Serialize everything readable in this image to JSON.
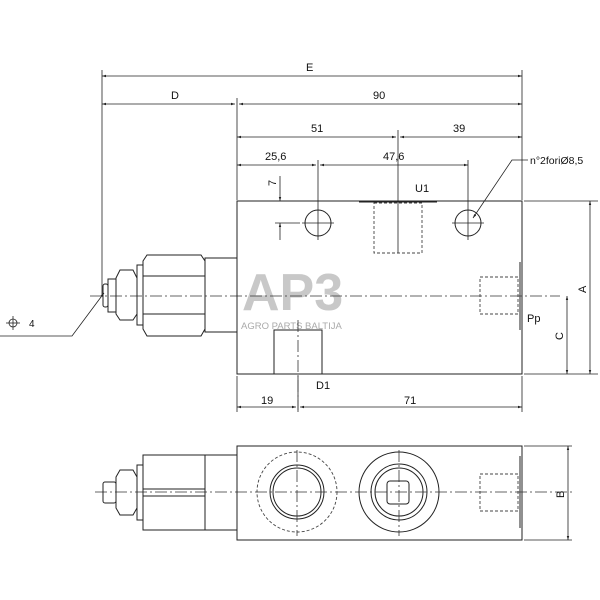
{
  "dimensions": {
    "E": "E",
    "D": "D",
    "overall": "90",
    "d51": "51",
    "d39": "39",
    "d25_6": "25,6",
    "d47_6": "47,6",
    "d7": "7",
    "d19": "19",
    "d71": "71",
    "A": "A",
    "C": "C",
    "B": "B"
  },
  "ports": {
    "U1": "U1",
    "Pp": "Pp",
    "D1": "D1"
  },
  "holes_note": "n°2foriØ8,5",
  "adjust_symbol": {
    "icon": "adjustment-screw-icon",
    "label": "4"
  },
  "watermark": {
    "logo": "AP3",
    "text": "AGRO PARTS BALTIJA"
  }
}
